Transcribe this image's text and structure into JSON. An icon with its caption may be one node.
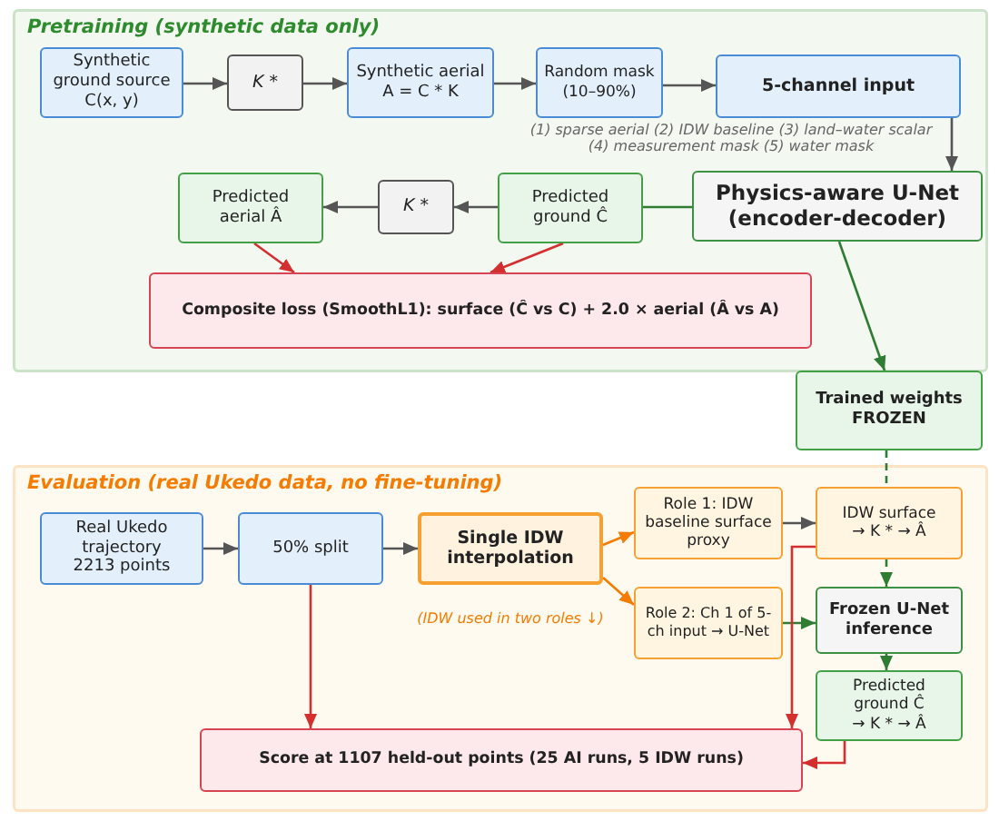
{
  "diagram": {
    "nodes": [
      {
        "text": [
          "Pretraining (synthetic data only)"
        ]
      },
      {
        "text": [
          "Synthetic ground source C(x, y)"
        ],
        "in": 0
      },
      {
        "text": [
          "K *"
        ],
        "in": 0
      },
      {
        "text": [
          "Synthetic aerial A = C * K"
        ],
        "in": 0
      },
      {
        "text": [
          "Random mask (10–90%)"
        ],
        "in": 0
      },
      {
        "text": [
          "5-channel input"
        ],
        "in": 0,
        "beside": [
          "(1) sparse aerial (2) IDW baseline (3) land–water scalar (4) measurement mask (5) water mask"
        ]
      },
      {
        "text": [
          "Predicted aerial Â"
        ],
        "in": 0
      },
      {
        "text": [
          "K *"
        ],
        "in": 0
      },
      {
        "text": [
          "Predicted ground Ĉ"
        ],
        "in": 0
      },
      {
        "text": [
          "Physics-aware U-Net (encoder-decoder)"
        ],
        "in": 0
      },
      {
        "text": [
          "Composite loss (SmoothL1): surface (Ĉ vs C) + 2.0 × aerial (Â vs A)"
        ],
        "in": 0
      },
      {
        "text": [
          "Trained weights FROZEN"
        ]
      },
      {
        "text": [
          "Evaluation (real Ukedo data, no fine-tuning)"
        ]
      },
      {
        "text": [
          "Real Ukedo trajectory 2213 points"
        ],
        "in": 12
      },
      {
        "text": [
          "50% split"
        ],
        "in": 12
      },
      {
        "text": [
          "Single IDW interpolation"
        ],
        "in": 12
      },
      {
        "text": [
          "Role 1: IDW baseline surface proxy"
        ],
        "in": 12
      },
      {
        "text": [
          "IDW surface → K * → Â"
        ],
        "in": 12
      },
      {
        "text": [
          "Role 2: Ch 1 of 5-ch input → U-Net"
        ],
        "in": 12
      },
      {
        "text": [
          "Frozen U-Net inference"
        ],
        "in": 12
      },
      {
        "text": [
          "Predicted ground Ĉ → K * → Â"
        ],
        "in": 12
      },
      {
        "text": [
          "Score at 1107 held-out points (25 AI runs, 5 IDW runs)"
        ],
        "in": 12
      }
    ],
    "edges": [
      {
        "from": 1,
        "to": 2,
        "arrow": "to"
      },
      {
        "from": 2,
        "to": 3,
        "arrow": "to"
      },
      {
        "from": 3,
        "to": 4,
        "arrow": "to"
      },
      {
        "from": 4,
        "to": 5,
        "arrow": "to"
      },
      {
        "from": 5,
        "to": 9,
        "arrow": "to"
      },
      {
        "from": 9,
        "to": 8,
        "arrow": "none",
        "color": "#2e7d32"
      },
      {
        "from": 8,
        "to": 7,
        "arrow": "to"
      },
      {
        "from": 7,
        "to": 6,
        "arrow": "to"
      },
      {
        "from": 6,
        "to": 10,
        "arrow": "to",
        "color": "#d32f2f"
      },
      {
        "from": 8,
        "to": 10,
        "arrow": "to",
        "color": "#d32f2f"
      },
      {
        "from": 9,
        "to": 11,
        "arrow": "to",
        "color": "#2e7d32"
      },
      {
        "from": 11,
        "to": 17,
        "arrow": "none",
        "style": "dashed",
        "color": "#2e7d32"
      },
      {
        "from": 17,
        "to": 19,
        "arrow": "to",
        "style": "dashed",
        "color": "#2e7d32"
      },
      {
        "from": 13,
        "to": 14,
        "arrow": "to"
      },
      {
        "from": 14,
        "to": 15,
        "arrow": "to"
      },
      {
        "from": 15,
        "to": 16,
        "arrow": "to",
        "color": "#f57c00"
      },
      {
        "from": 15,
        "to": 18,
        "arrow": "to",
        "color": "#f57c00"
      },
      {
        "from": 16,
        "to": 17,
        "arrow": "to"
      },
      {
        "from": 18,
        "to": 19,
        "arrow": "to",
        "color": "#2e7d32"
      },
      {
        "from": 19,
        "to": 20,
        "arrow": "to",
        "color": "#2e7d32"
      },
      {
        "from": 14,
        "to": 21,
        "arrow": "to",
        "color": "#d32f2f"
      },
      {
        "from": 17,
        "to": 21,
        "arrow": "to",
        "color": "#d32f2f"
      },
      {
        "from": 20,
        "to": 21,
        "arrow": "to",
        "color": "#d32f2f"
      }
    ],
    "labels": [
      "(IDW used in two roles ↓)"
    ]
  }
}
